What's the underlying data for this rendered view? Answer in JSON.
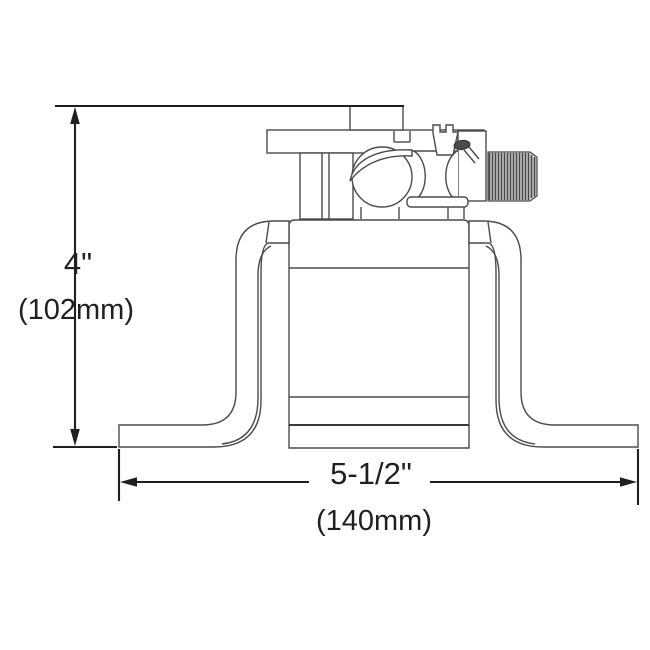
{
  "diagram": {
    "type": "technical-dimension-drawing",
    "subject": "wall-mounted valve assembly with curved mounting bracket and threaded outlet",
    "background_color": "#ffffff",
    "line_color": "#231f20",
    "fixture_line_color": "#4b4b4d",
    "thread_fill_color": "#dcdcdd",
    "dimensions": {
      "vertical": {
        "imperial": "4\"",
        "metric": "(102mm)"
      },
      "horizontal": {
        "imperial": "5-1/2\"",
        "metric": "(140mm)"
      }
    }
  }
}
